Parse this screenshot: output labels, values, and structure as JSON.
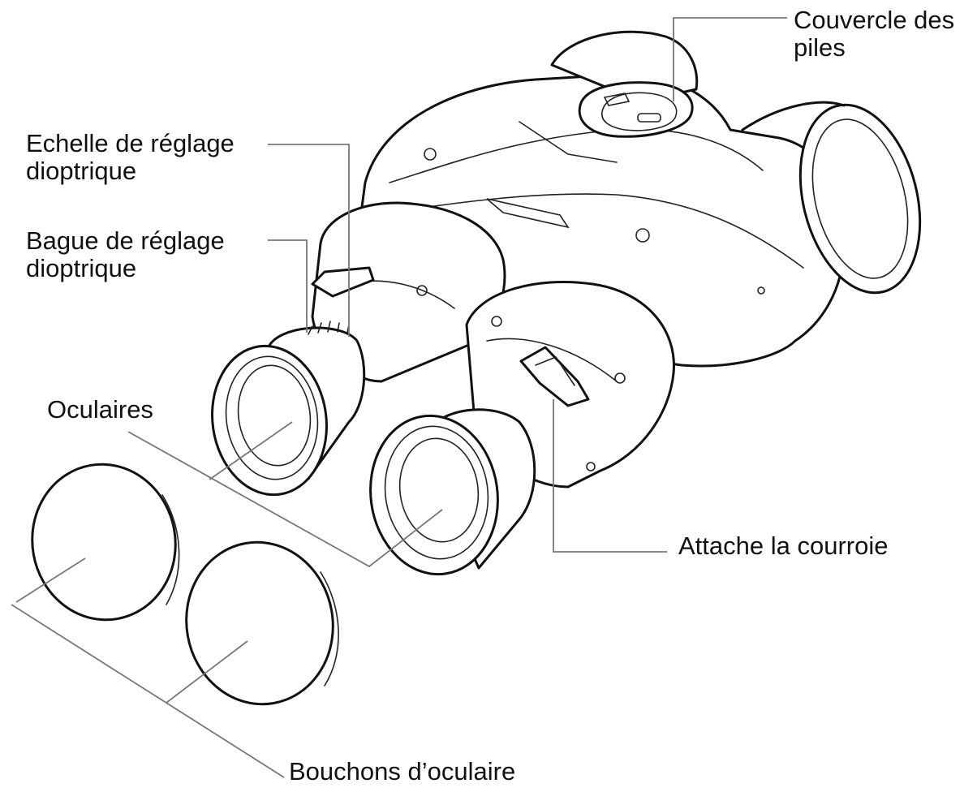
{
  "labels": {
    "battery_cover": {
      "line1": "Couvercle des",
      "line2": "piles"
    },
    "diopter_scale": {
      "line1": "Echelle de réglage",
      "line2": "dioptrique"
    },
    "diopter_ring": {
      "line1": "Bague de réglage",
      "line2": "dioptrique"
    },
    "eyepieces": "Oculaires",
    "strap_mount": "Attache la courroie",
    "eyepiece_caps": "Bouchons d’oculaire"
  },
  "colors": {
    "ink": "#111111",
    "leader": "#777777",
    "background": "#ffffff"
  }
}
